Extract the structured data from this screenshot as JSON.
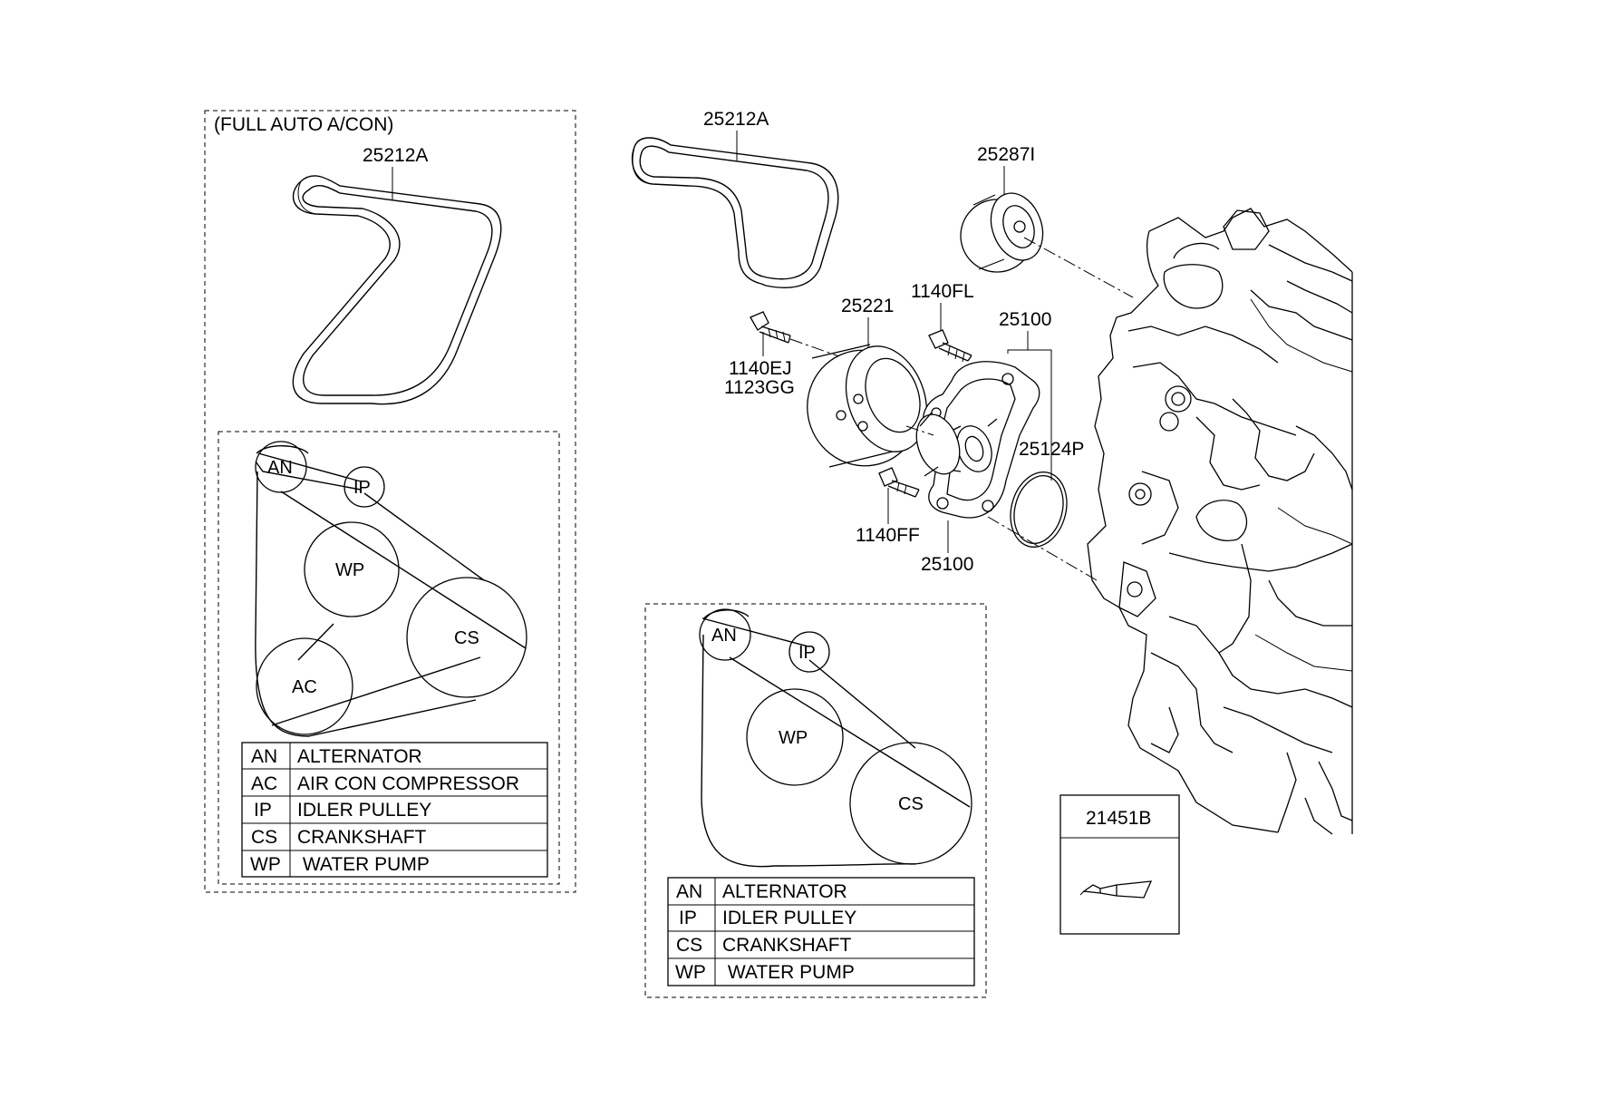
{
  "group_title": "(FULL AUTO A/CON)",
  "part_labels": {
    "belt_left": "25212A",
    "belt_right": "25212A",
    "idler_pulley": "25287I",
    "pulley": "25221",
    "bolt_top": "1140FL",
    "pump_assy_top": "25100",
    "bolt_left_1": "1140EJ",
    "bolt_left_2": "1123GG",
    "gasket": "25124P",
    "bolt_bottom": "1140FF",
    "pump_assy_bottom": "25100",
    "sealant": "21451B"
  },
  "left_pulleys": {
    "an": "AN",
    "ip": "IP",
    "wp": "WP",
    "cs": "CS",
    "ac": "AC"
  },
  "right_pulleys": {
    "an": "AN",
    "ip": "IP",
    "wp": "WP",
    "cs": "CS"
  },
  "legend_left": [
    {
      "code": "AN",
      "name": "ALTERNATOR"
    },
    {
      "code": "AC",
      "name": "AIR CON COMPRESSOR"
    },
    {
      "code": "IP",
      "name": "IDLER PULLEY"
    },
    {
      "code": "CS",
      "name": "CRANKSHAFT"
    },
    {
      "code": "WP",
      "name": " WATER PUMP"
    }
  ],
  "legend_right": [
    {
      "code": "AN",
      "name": "ALTERNATOR"
    },
    {
      "code": "IP",
      "name": "IDLER PULLEY"
    },
    {
      "code": "CS",
      "name": "CRANKSHAFT"
    },
    {
      "code": "WP",
      "name": " WATER PUMP"
    }
  ]
}
